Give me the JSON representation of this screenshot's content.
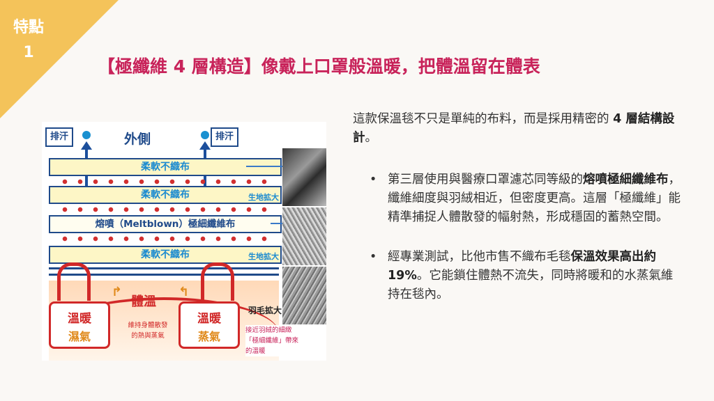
{
  "badge": {
    "line1": "特點",
    "line2": "1"
  },
  "title": "【極纖維 4 層構造】像戴上口罩般溫暖，把體溫留在體表",
  "figure": {
    "outside_label": "外側",
    "sweat_label": "排汗",
    "layers": [
      "柔軟不織布",
      "柔軟不織布",
      "熔噴（Meltblown）極細纖維布",
      "柔軟不織布"
    ],
    "body_temp": "體溫",
    "left_box": {
      "line1": "溫暖",
      "line2": "濕氣"
    },
    "right_box": {
      "line1": "溫暖",
      "line2": "蒸氣"
    },
    "heat_note_1": "維持身體散發",
    "heat_note_2": "的熱與蒸氣",
    "photo_labels": [
      "生地拡大",
      "生地拡大",
      "羽毛拡大"
    ],
    "feather_note_1": "接近羽絨的細緻",
    "feather_note_2": "「極細纖維」帶來",
    "feather_note_3": "的溫暖"
  },
  "intro": {
    "text_a": "這款保溫毯不只是單純的布料，而是採用精密的 ",
    "bold": "4 層結構設計",
    "text_b": "。"
  },
  "bullets": [
    {
      "text_a": "第三層使用與醫療口罩濾芯同等級的",
      "bold": "熔噴極細纖維布",
      "text_b": "，纖維細度與羽絨相近，但密度更高。這層「極纖維」能精準捕捉人體散發的幅射熱，形成穩固的蓄熱空間。"
    },
    {
      "text_a": "經專業測試，比他市售不織布毛毯",
      "bold": "保溫效果高出約 19%",
      "text_b": "。它能鎖住體熱不流失，同時將暖和的水蒸氣維持在毯內。"
    }
  ],
  "colors": {
    "accent": "#c8235a",
    "badge": "#f4c35a",
    "navy": "#1f4a8a",
    "red": "#d12828"
  }
}
